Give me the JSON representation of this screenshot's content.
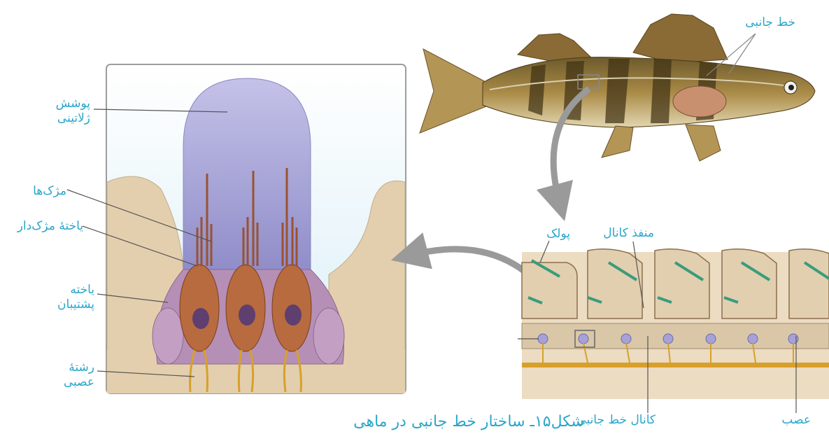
{
  "figure": {
    "caption": "شکل۱۵ـ ساختار خط جانبی در ماهی"
  },
  "left_panel": {
    "labels": {
      "gelatinous_cover_line1": "پوشش",
      "gelatinous_cover_line2": "ژلاتینی",
      "cilia": "مژک‌ها",
      "hair_cell": "یاختهٔ مژک‌دار",
      "support_cell_line1": "یاخته",
      "support_cell_line2": "پشتیبان",
      "nerve_fiber_line1": "رشتهٔ",
      "nerve_fiber_line2": "عصبی"
    }
  },
  "fish": {
    "labels": {
      "lateral_line": "خط جانبی"
    }
  },
  "section": {
    "labels": {
      "scale": "پولک",
      "canal_pore": "منفذ کانال",
      "lateral_line_canal": "کانال خط جانبی",
      "nerve": "عصب"
    }
  },
  "colors": {
    "label": "#2aa6c9",
    "cupula": "#a8a6d6",
    "hair_cell": "#b0673e",
    "support_cell": "#b18ab0",
    "tissue": "#e6d3b3",
    "nerve": "#d8a02a",
    "scale_canal": "#3a9c7a",
    "arrow": "#9a9a9a",
    "fish_body": "#9a7b3a"
  }
}
